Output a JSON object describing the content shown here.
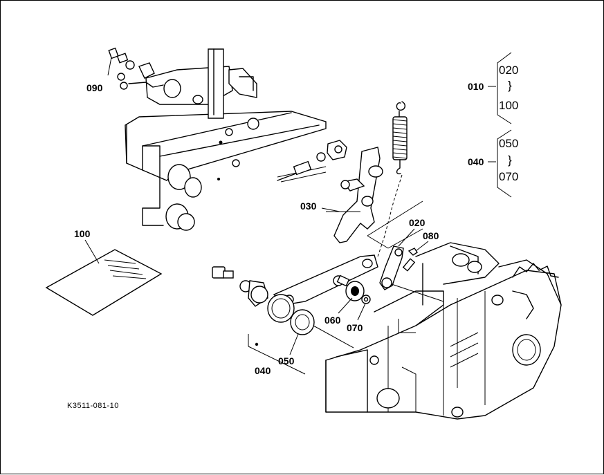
{
  "drawing_code": "K3511-081-10",
  "callouts": {
    "p090": "090",
    "p030": "030",
    "p020": "020",
    "p080": "080",
    "p100": "100",
    "p060": "060",
    "p070": "070",
    "p050": "050",
    "p040": "040"
  },
  "legend": {
    "group1": {
      "parent": "010",
      "from": "020",
      "to": "100",
      "separator": "}"
    },
    "group2": {
      "parent": "040",
      "from": "050",
      "to": "070",
      "separator": "}"
    }
  }
}
